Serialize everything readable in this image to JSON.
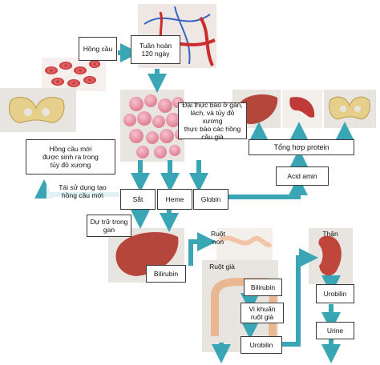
{
  "labels": {
    "hong_cau": "Hồng cầu",
    "tuan_hoan": "Tuần hoàn\n120 ngày",
    "dai_thuc_bao": "Đại thực bào ở gan,\nlách, và tủy đỏ xương\nthực bào các hồng\ncầu già",
    "hong_cau_moi": "Hồng cầu mới\nđược sinh ra trong\ntủy đỏ xương",
    "tai_su_dung": "Tái sử dụng tạo\nhồng cầu mới",
    "sat": "Sắt",
    "heme": "Heme",
    "globin": "Globin",
    "tong_hop_protein": "Tổng hợp protein",
    "acid_amin": "Acid amin",
    "du_tru": "Dự trữ trong\ngan",
    "bilirubin_gan": "Bilirubin",
    "ruot_non": "Ruột\nnon",
    "ruot_gia": "Ruột già",
    "bilirubin_ruot": "Bilirubin",
    "vi_khuan": "Vi khuẩn\nruột già",
    "urobilin_ruot": "Urobilin",
    "than": "Thận",
    "urobilin_than": "Urobilin",
    "urine": "Urine"
  },
  "colors": {
    "arrow": "#3aa6b5",
    "box_border": "#3a3a3a",
    "rbc": "#d43b3b",
    "liver": "#b4463c",
    "spleen": "#c03a3a",
    "bone": "#e6cf8a",
    "panel": "#e8e4df",
    "vessel_red": "#cc2c2c",
    "vessel_blue": "#3564c4"
  },
  "icons": [
    "red-blood-cells-icon",
    "blood-vessel-icon",
    "macrophage-cluster-icon",
    "pelvis-bone-icon",
    "liver-icon",
    "spleen-icon",
    "intestine-icon",
    "kidney-icon"
  ]
}
